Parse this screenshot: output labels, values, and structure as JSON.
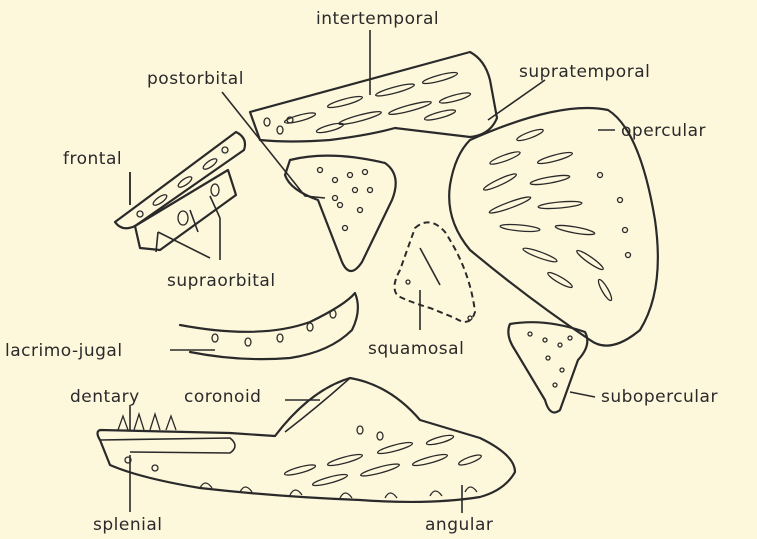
{
  "labels": {
    "intertemporal": "intertemporal",
    "postorbital": "postorbital",
    "supratemporal": "supratemporal",
    "opercular": "opercular",
    "frontal": "frontal",
    "supraorbital": "supraorbital",
    "lacrimo_jugal": "lacrimo-jugal",
    "squamosal": "squamosal",
    "subopercular": "subopercular",
    "dentary": "dentary",
    "coronoid": "coronoid",
    "splenial": "splenial",
    "angular": "angular"
  },
  "colors": {
    "background": "#fdf7dc",
    "ink": "#2a2a2a"
  }
}
